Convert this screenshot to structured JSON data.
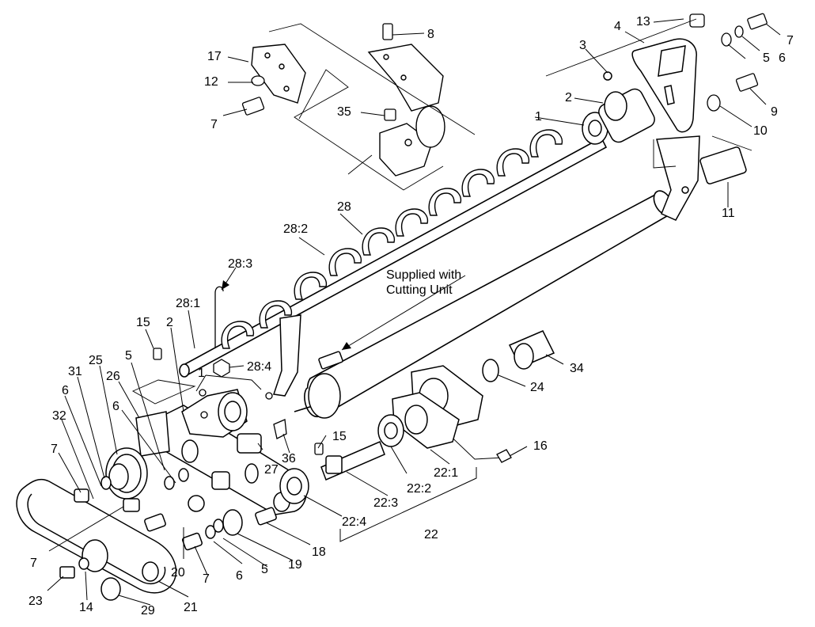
{
  "labels": {
    "l1a": "1",
    "l1b": "1",
    "l2a": "2",
    "l2b": "2",
    "l3": "3",
    "l4": "4",
    "l5a": "5",
    "l5b": "5",
    "l5c": "5",
    "l6a": "6",
    "l6b": "6",
    "l6c": "6",
    "l6d": "6",
    "l7a": "7",
    "l7b": "7",
    "l7c": "7",
    "l7d": "7",
    "l7e": "7",
    "l8": "8",
    "l9": "9",
    "l10": "10",
    "l11": "11",
    "l12": "12",
    "l13": "13",
    "l14": "14",
    "l15a": "15",
    "l15b": "15",
    "l16": "16",
    "l17": "17",
    "l18": "18",
    "l19": "19",
    "l20": "20",
    "l21": "21",
    "l22": "22",
    "l22_1": "22:1",
    "l22_2": "22:2",
    "l22_3": "22:3",
    "l22_4": "22:4",
    "l23": "23",
    "l24": "24",
    "l25": "25",
    "l26": "26",
    "l27": "27",
    "l28": "28",
    "l28_1": "28:1",
    "l28_2": "28:2",
    "l28_3": "28:3",
    "l28_4": "28:4",
    "l29": "29",
    "l31": "31",
    "l32": "32",
    "l34": "34",
    "l35": "35",
    "l36": "36"
  },
  "note": {
    "line1": "Supplied with",
    "line2": "Cutting Unit"
  }
}
